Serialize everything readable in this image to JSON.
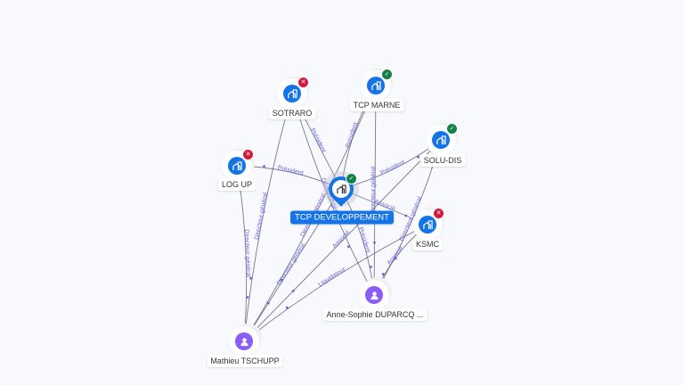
{
  "colors": {
    "company": "#1473e6",
    "person": "#8b5cf6",
    "active": "#13804a",
    "closed": "#d4183d",
    "edge_label": "#6a63e0"
  },
  "main_node": {
    "id": "tcpdev",
    "label": "TCP DEVELOPPEMENT",
    "status": "active",
    "icon": "building-icon"
  },
  "nodes": [
    {
      "id": "sotraro",
      "label": "SOTRARO",
      "type": "company",
      "status": "closed"
    },
    {
      "id": "tcpmarne",
      "label": "TCP MARNE",
      "type": "company",
      "status": "active"
    },
    {
      "id": "soludis",
      "label": "SOLU-DIS",
      "type": "company",
      "status": "active"
    },
    {
      "id": "logup",
      "label": "LOG UP",
      "type": "company",
      "status": "closed"
    },
    {
      "id": "ksmc",
      "label": "KSMC",
      "type": "company",
      "status": "closed"
    },
    {
      "id": "anne",
      "label": "Anne-Sophie DUPARCQ ...",
      "type": "person"
    },
    {
      "id": "mathieu",
      "label": "Mathieu TSCHUPP",
      "type": "person"
    }
  ],
  "edges": [
    {
      "from": "logup",
      "to": "tcpdev",
      "label": "Président"
    },
    {
      "from": "sotraro",
      "to": "tcpdev",
      "label": "Président"
    },
    {
      "from": "tcpmarne",
      "to": "tcpdev",
      "label": "Président"
    },
    {
      "from": "soludis",
      "to": "tcpdev",
      "label": "Président"
    },
    {
      "from": "ksmc",
      "to": "tcpdev",
      "label": "Associé"
    },
    {
      "from": "mathieu",
      "to": "logup",
      "label": "Directeur général"
    },
    {
      "from": "mathieu",
      "to": "sotraro",
      "label": "Directeur général"
    },
    {
      "from": "mathieu",
      "to": "tcpdev",
      "label": "Directeur général"
    },
    {
      "from": "mathieu",
      "to": "tcpmarne",
      "label": "Directeur général"
    },
    {
      "from": "mathieu",
      "to": "ksmc",
      "label": "Liquidateur"
    },
    {
      "from": "mathieu",
      "to": "soludis",
      "label": "Associé"
    },
    {
      "from": "anne",
      "to": "tcpdev",
      "label": "Président"
    },
    {
      "from": "anne",
      "to": "sotraro",
      "label": "Directeur gén"
    },
    {
      "from": "anne",
      "to": "tcpmarne",
      "label": "Directeur général"
    },
    {
      "from": "anne",
      "to": "soludis",
      "label": "Directeur général"
    },
    {
      "from": "anne",
      "to": "ksmc",
      "label": "Associé"
    }
  ]
}
